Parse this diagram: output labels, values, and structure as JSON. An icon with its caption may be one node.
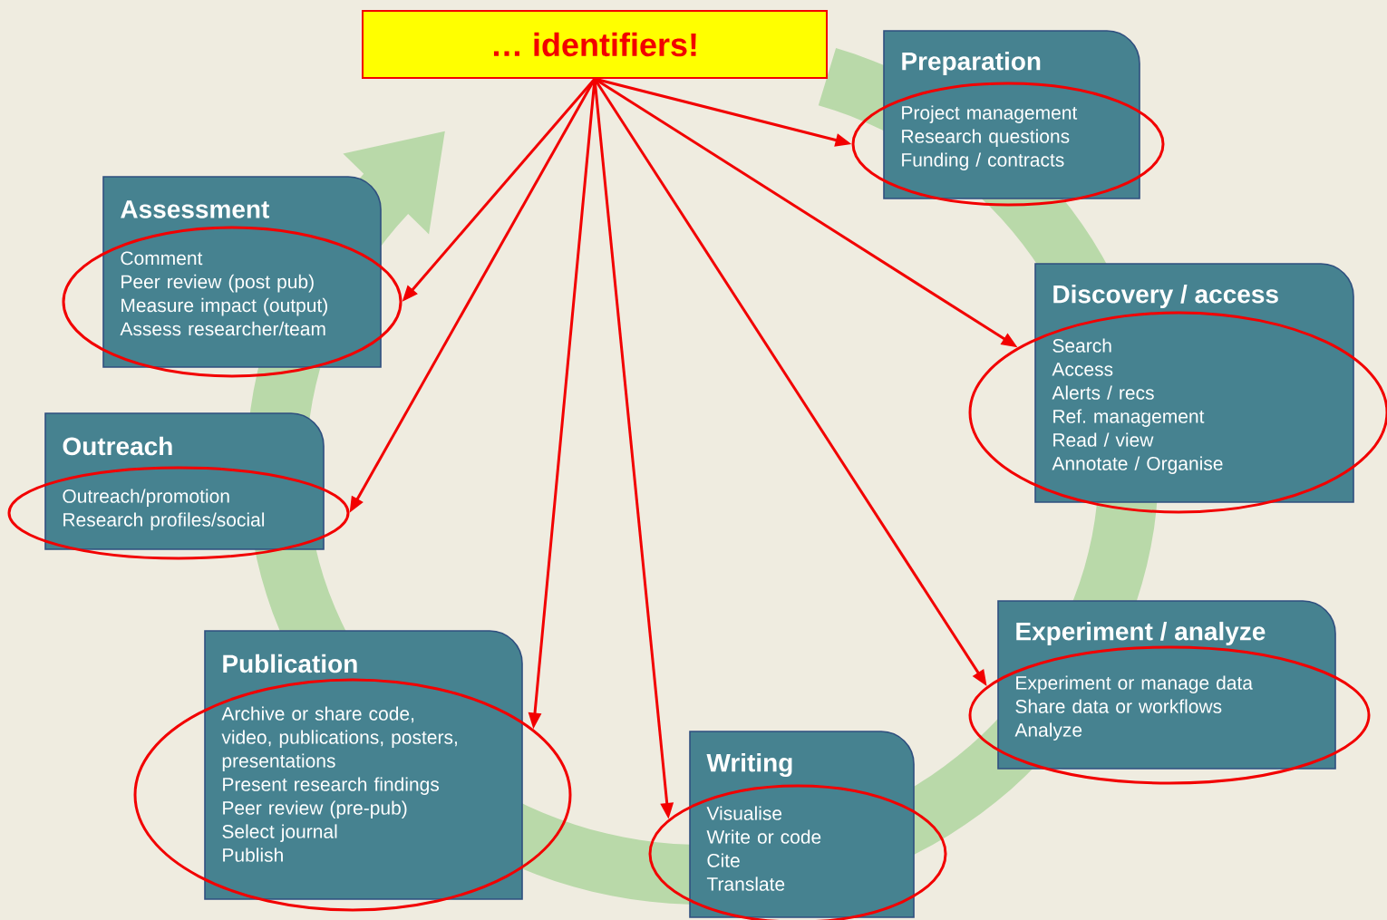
{
  "diagram": {
    "nodes": [
      {
        "text": [
          "… identifiers!"
        ]
      },
      {
        "text": [
          "Preparation"
        ]
      },
      {
        "text": [
          "Project management",
          "Research questions",
          "Funding / contracts"
        ]
      },
      {
        "text": [
          "Discovery / access",
          "Search",
          "Access",
          "Alerts / recs",
          "Ref. management",
          "Read / view",
          "Annotate / Organise"
        ]
      },
      {
        "text": [],
        "shape": "ellipse"
      },
      {
        "text": [
          "Experiment / analyze"
        ]
      },
      {
        "text": [
          "Experiment or manage data",
          "Share data or workflows",
          "Analyze"
        ]
      },
      {
        "text": [
          "Writing"
        ]
      },
      {
        "text": [
          "Visualise",
          "Write or code",
          "Cite",
          "Translate"
        ]
      },
      {
        "text": [
          "Publication",
          "Archive or share code, video, publications, posters, presentations",
          "Present research findings",
          "Peer review (pre-pub)",
          "Select journal",
          "Publish"
        ]
      },
      {
        "text": [],
        "shape": "ellipse"
      },
      {
        "text": [
          "Outreach"
        ]
      },
      {
        "text": [
          "Outreach/promotion",
          "Research profiles/social"
        ]
      },
      {
        "text": [
          "Assessment"
        ]
      },
      {
        "text": [
          "Comment",
          "Peer review (post pub)",
          "Measure impact (output)",
          "Assess researcher/team"
        ]
      }
    ],
    "edges": [
      {
        "from": 0,
        "to": 2,
        "arrow": "to"
      },
      {
        "from": 0,
        "to": 4,
        "arrow": "to"
      },
      {
        "from": 0,
        "to": 6,
        "arrow": "to"
      },
      {
        "from": 0,
        "to": 8,
        "arrow": "to"
      },
      {
        "from": 0,
        "to": 10,
        "arrow": "to"
      },
      {
        "from": 0,
        "to": 12,
        "arrow": "to"
      },
      {
        "from": 0,
        "to": 14,
        "arrow": "to"
      }
    ]
  }
}
